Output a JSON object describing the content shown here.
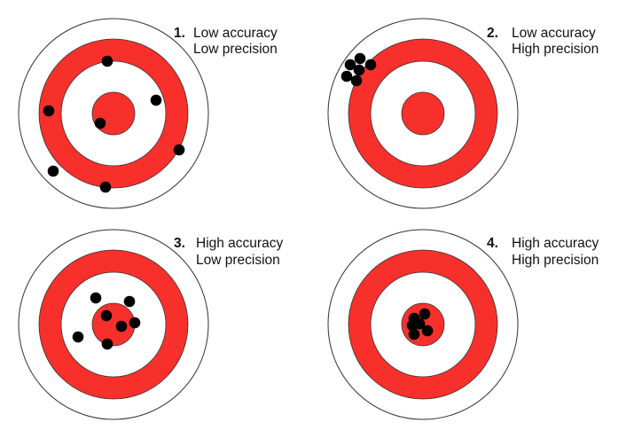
{
  "colors": {
    "red": "#f8302b",
    "ring_stroke": "#333333",
    "dot": "#000000"
  },
  "targets": [
    {
      "number": "1.",
      "line1": "Low accuracy",
      "line2": "Low precision",
      "hits": [
        [
          -7,
          -59
        ],
        [
          48,
          -15
        ],
        [
          -73,
          -3
        ],
        [
          -15,
          11
        ],
        [
          74,
          41
        ],
        [
          -68,
          65
        ],
        [
          -9,
          83
        ]
      ]
    },
    {
      "number": "2.",
      "line1": "Low accuracy",
      "line2": "High precision",
      "hits": [
        [
          -82,
          -55
        ],
        [
          -71,
          -62
        ],
        [
          -59,
          -55
        ],
        [
          -72,
          -49
        ],
        [
          -86,
          -42
        ],
        [
          -75,
          -37
        ]
      ]
    },
    {
      "number": "3.",
      "line1": "High accuracy",
      "line2": "Low precision",
      "hits": [
        [
          -20,
          -30
        ],
        [
          18,
          -26
        ],
        [
          -8,
          -10
        ],
        [
          9,
          2
        ],
        [
          24,
          -2
        ],
        [
          -40,
          14
        ],
        [
          -7,
          22
        ]
      ]
    },
    {
      "number": "4.",
      "line1": "High accuracy",
      "line2": "High precision",
      "hits": [
        [
          2,
          -12
        ],
        [
          -10,
          -7
        ],
        [
          -4,
          -1
        ],
        [
          5,
          7
        ],
        [
          -10,
          11
        ],
        [
          -12,
          1
        ]
      ]
    }
  ]
}
